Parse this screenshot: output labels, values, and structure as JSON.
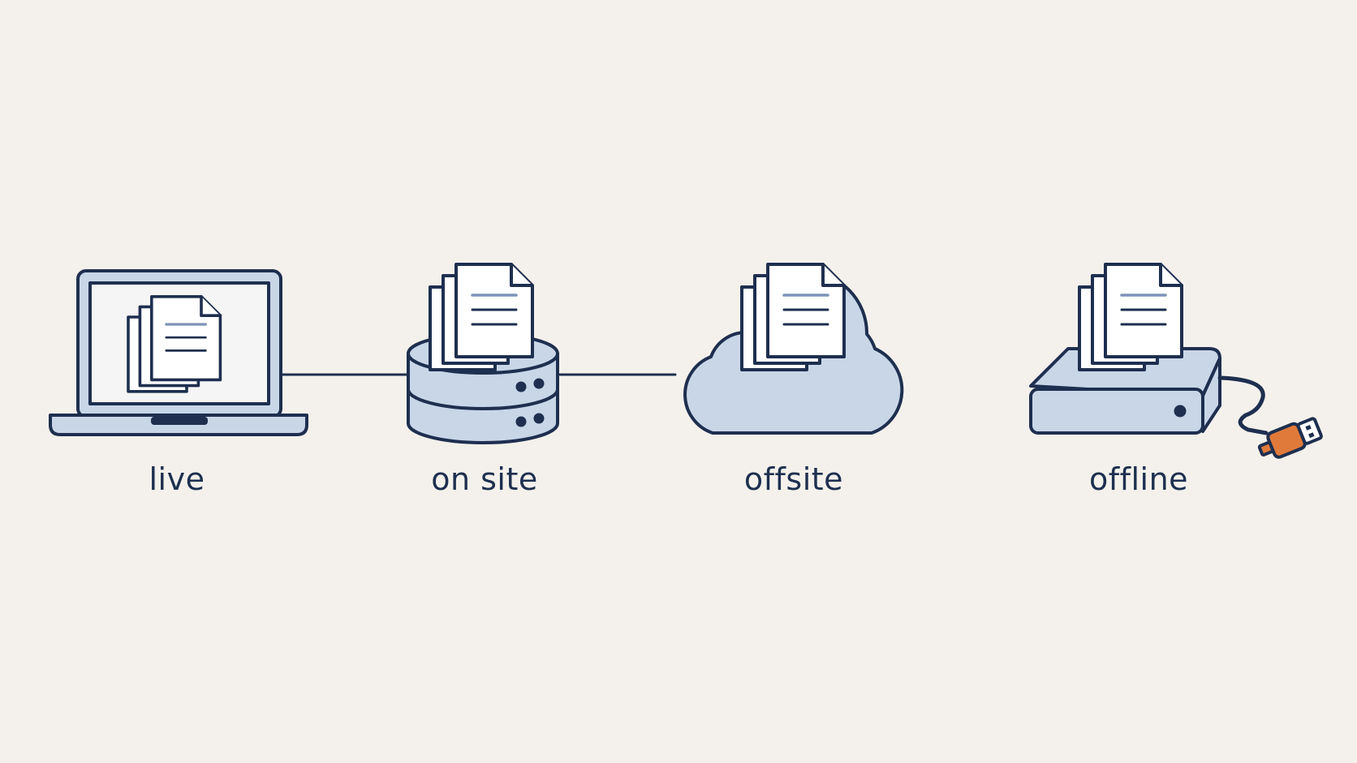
{
  "colors": {
    "background": "#f4f1ec",
    "outline": "#1e2f4f",
    "device_fill": "#c8d6e8",
    "screen_fill": "#f5f5f5",
    "paper_fill": "#ffffff",
    "accent_line": "#7d93b8",
    "usb_plug": "#e07a3a"
  },
  "stages": [
    {
      "id": "live",
      "label": "live",
      "icon": "laptop-icon"
    },
    {
      "id": "onsite",
      "label": "on site",
      "icon": "database-icon"
    },
    {
      "id": "offsite",
      "label": "offsite",
      "icon": "cloud-icon"
    },
    {
      "id": "offline",
      "label": "offline",
      "icon": "external-drive-icon"
    }
  ]
}
